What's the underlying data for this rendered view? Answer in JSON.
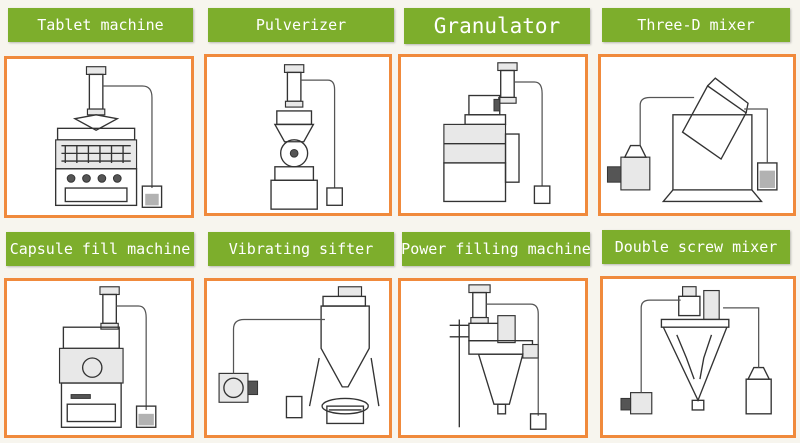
{
  "machines": [
    {
      "label": "Tablet machine",
      "icon": "tablet-machine-illustration"
    },
    {
      "label": "Pulverizer",
      "icon": "pulverizer-illustration"
    },
    {
      "label": "Granulator",
      "icon": "granulator-illustration"
    },
    {
      "label": "Three-D mixer",
      "icon": "three-d-mixer-illustration"
    },
    {
      "label": "Capsule fill machine",
      "icon": "capsule-fill-machine-illustration"
    },
    {
      "label": "Vibrating sifter",
      "icon": "vibrating-sifter-illustration"
    },
    {
      "label": "Power filling machine",
      "icon": "power-filling-machine-illustration"
    },
    {
      "label": "Double screw mixer",
      "icon": "double-screw-mixer-illustration"
    }
  ],
  "colors": {
    "label_bg": "#7dae2c",
    "label_text": "#ffffff",
    "frame_border": "#f08a3c",
    "background": "#f7f5ee"
  }
}
